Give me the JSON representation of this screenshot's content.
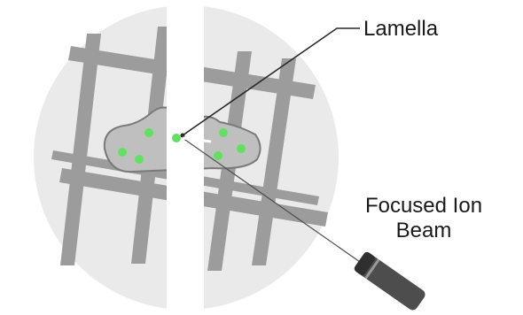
{
  "labels": {
    "lamella": "Lamella",
    "beam_line1": "Focused Ion",
    "beam_line2": "Beam"
  },
  "colors": {
    "disc": "#eaeaea",
    "grid_bar": "#9c9c9c",
    "sample": "#bfbfbf",
    "sample_outline": "#7a7a7a",
    "particle": "#5de35d",
    "milled_gap": "#ffffff",
    "leader_line": "#2a2a2a",
    "ion_column": "#4d4d4d",
    "text": "#1a1a1a"
  },
  "icons": {
    "ion_column": "focused-ion-beam-column-icon",
    "lamella_marker": "lamella-marker-icon"
  }
}
